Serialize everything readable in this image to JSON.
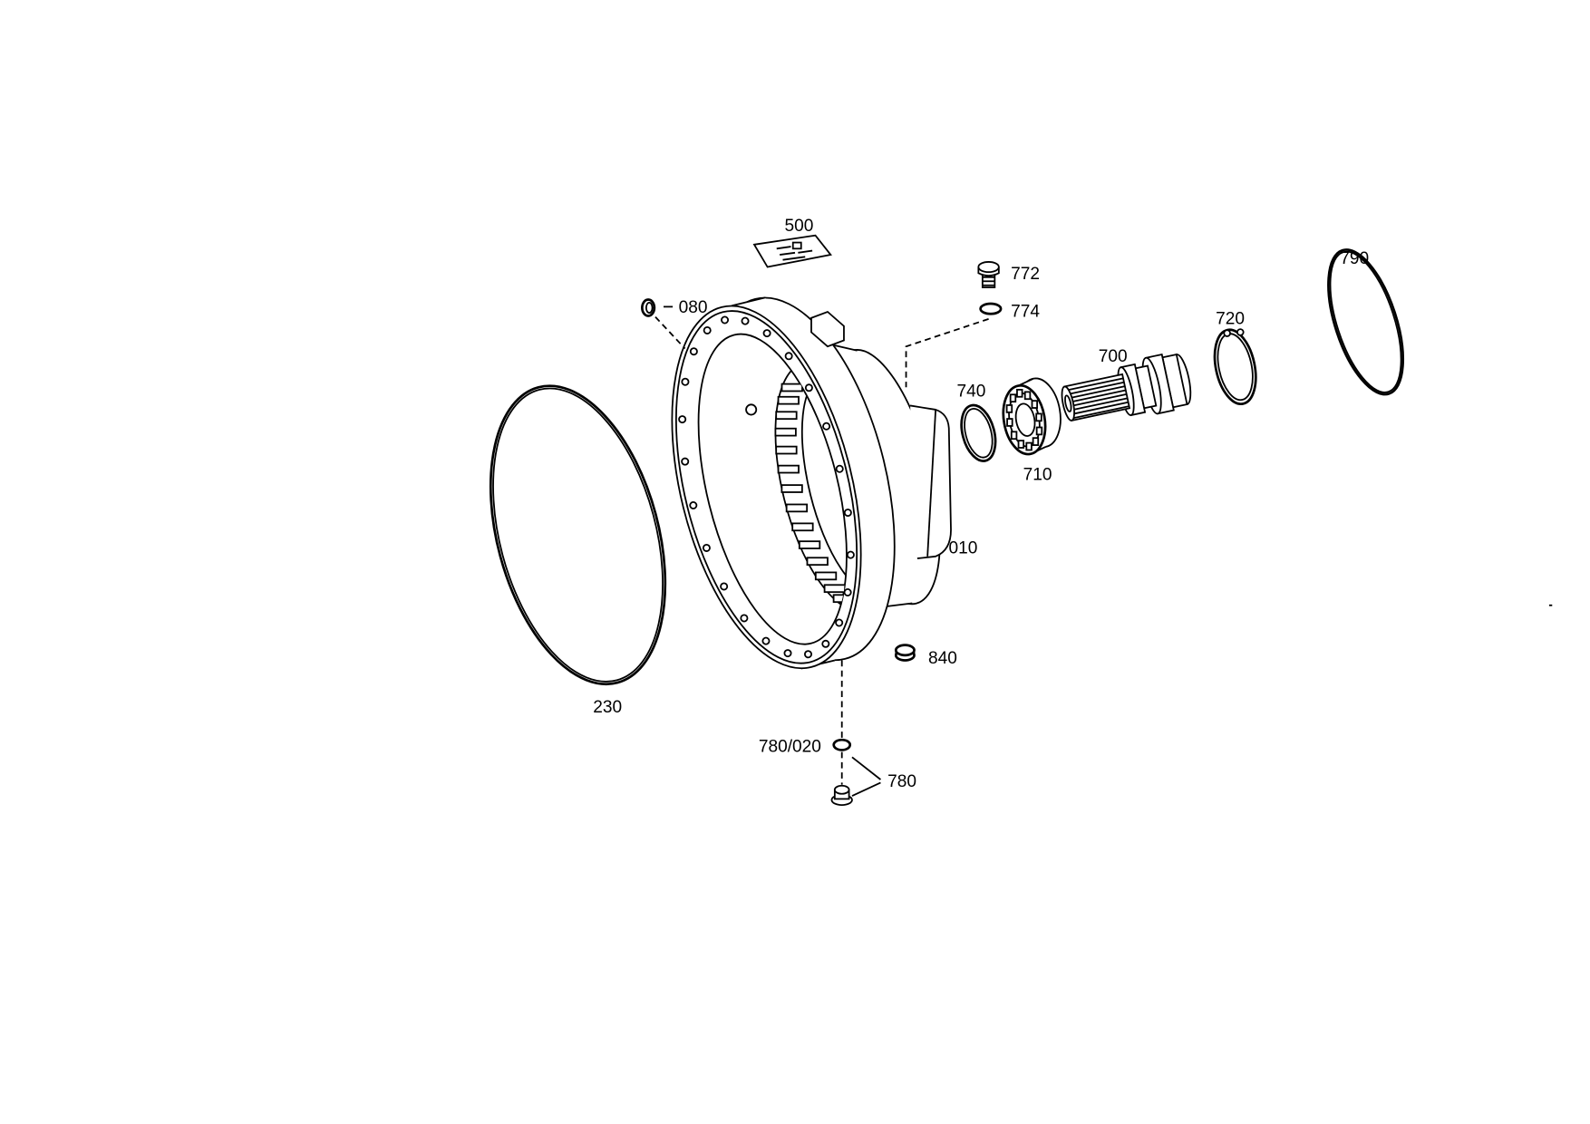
{
  "colors": {
    "line": "#000000",
    "background": "#ffffff"
  },
  "diagram": {
    "callouts": [
      "500",
      "772",
      "080",
      "774",
      "790",
      "720",
      "700",
      "740",
      "710",
      "010",
      "230",
      "840",
      "780/020",
      "780"
    ]
  }
}
